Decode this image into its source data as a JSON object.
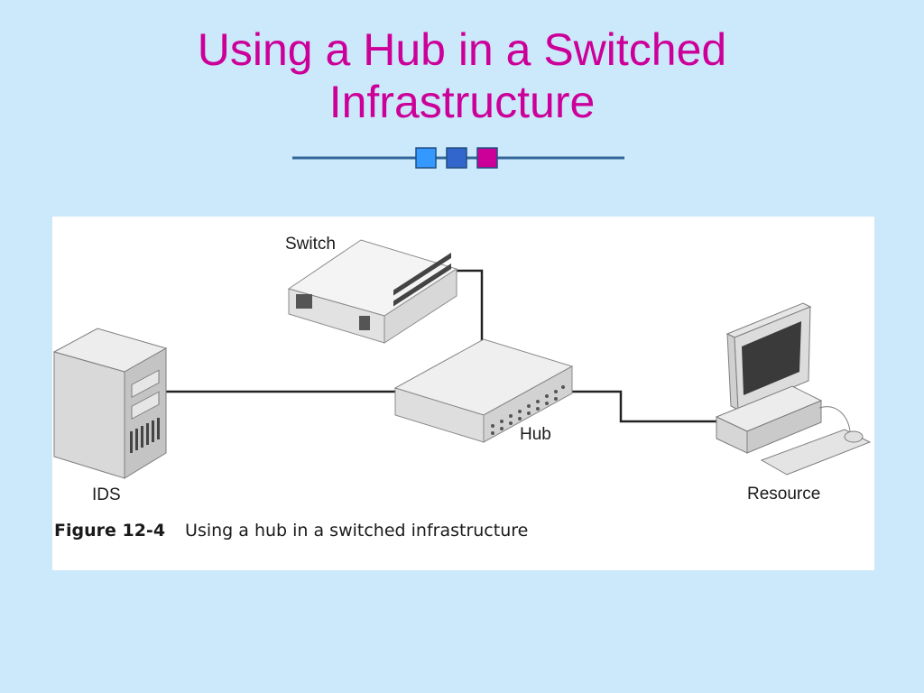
{
  "slide": {
    "title_line1": "Using a Hub in a Switched",
    "title_line2": "Infrastructure"
  },
  "divider": {
    "squares": [
      {
        "color": "#3399ff",
        "icon": "light-blue-square-icon"
      },
      {
        "color": "#3366cc",
        "icon": "blue-square-icon"
      },
      {
        "color": "#cc0099",
        "icon": "magenta-square-icon"
      }
    ],
    "line_color": "#336699"
  },
  "diagram": {
    "nodes": {
      "switch": "Switch",
      "hub": "Hub",
      "ids": "IDS",
      "resource": "Resource"
    },
    "caption_number": "Figure 12-4",
    "caption_text": "Using a hub in a switched infrastructure"
  }
}
